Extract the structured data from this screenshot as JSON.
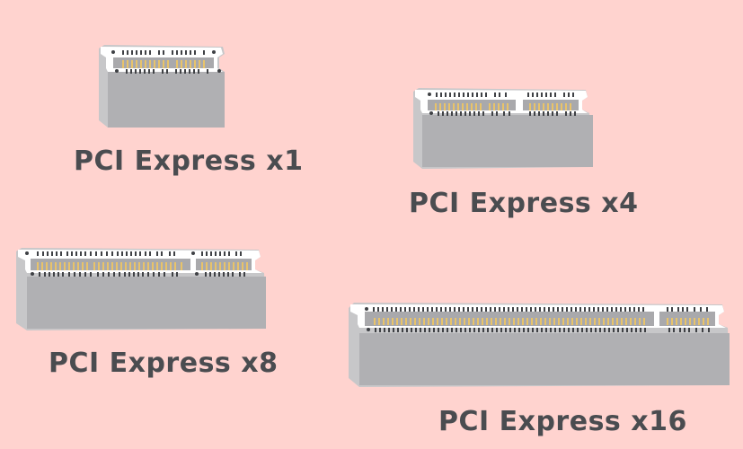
{
  "background_color": "#ffd3cf",
  "colors": {
    "slot_body": "#b0b0b3",
    "slot_side": "#c7c7c9",
    "slot_top": "#ffffff",
    "slot_channel": "#a9a9ac",
    "pins": "#e8c36a",
    "holes": "#3f4145",
    "label_text": "#4a4c50"
  },
  "slots": [
    {
      "id": "x1",
      "label": "PCI Express x1",
      "lanes": "x1",
      "pin_count": 18
    },
    {
      "id": "x4",
      "label": "PCI Express x4",
      "lanes": "x4",
      "pin_count": 32
    },
    {
      "id": "x8",
      "label": "PCI Express x8",
      "lanes": "x8",
      "pin_count": 49
    },
    {
      "id": "x16",
      "label": "PCI Express x16",
      "lanes": "x16",
      "pin_count": 82
    }
  ]
}
